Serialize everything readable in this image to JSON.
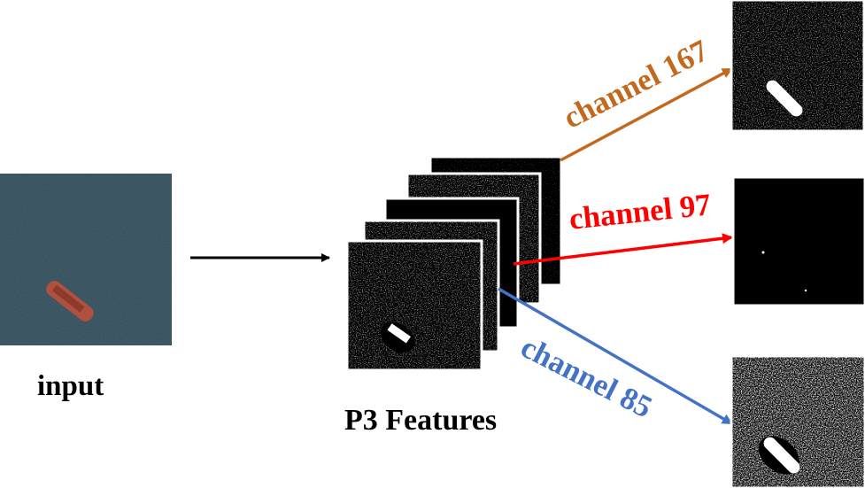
{
  "labels": {
    "input": "input",
    "p3_features": "P3 Features",
    "channel_167": "channel 167",
    "channel_97": "channel 97",
    "channel_85": "channel 85"
  },
  "colors": {
    "channel_167": "#c2691e",
    "channel_97": "#ff0000",
    "channel_85": "#4472c4",
    "main_arrow": "#000000",
    "sea": "#2f4a56",
    "ship": "#b0503e",
    "feature_bg": "#111111"
  },
  "icons": {
    "input_image": "satellite-ship-image",
    "feature_maps": "feature-map-stack",
    "outputs": [
      "channel-167-activation",
      "channel-97-activation",
      "channel-85-activation"
    ]
  }
}
